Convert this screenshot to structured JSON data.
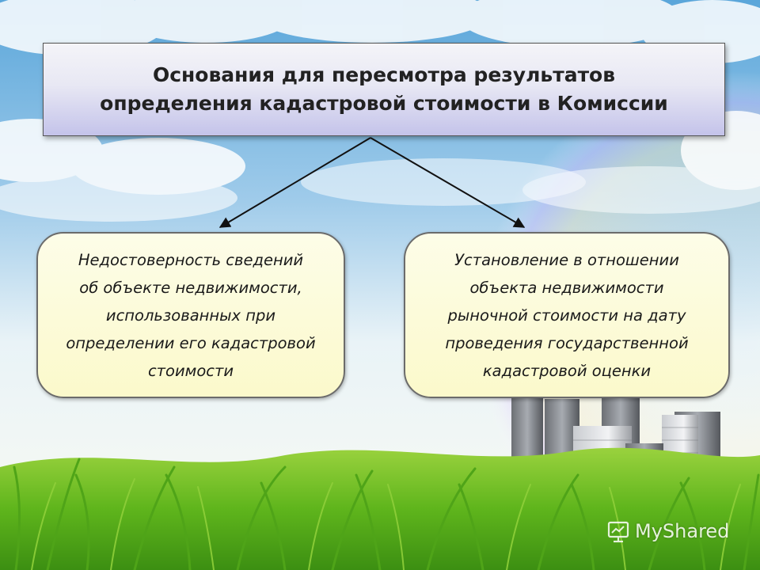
{
  "title": {
    "text": "Основания для пересмотра результатов\nопределения кадастровой стоимости в Комиссии"
  },
  "reasons": [
    {
      "text": "Недостоверность сведений\nоб объекте недвижимости,\nиспользованных при\nопределении его кадастровой\nстоимости"
    },
    {
      "text": "Установление в отношении\nобъекта недвижимости\nрыночной стоимости на дату\nпроведения государственной\nкадастровой оценки"
    }
  ],
  "watermark": {
    "text": "MyShared"
  },
  "colors": {
    "title_box_bottom": "#c4c3ea",
    "reason_box_fill": "#fbf9cb",
    "sky": "#6fb3df",
    "grass": "#6dbb1f"
  },
  "icons": [
    "clouds-background",
    "grass-background",
    "buildings-illustration",
    "presentation-logo-icon"
  ]
}
